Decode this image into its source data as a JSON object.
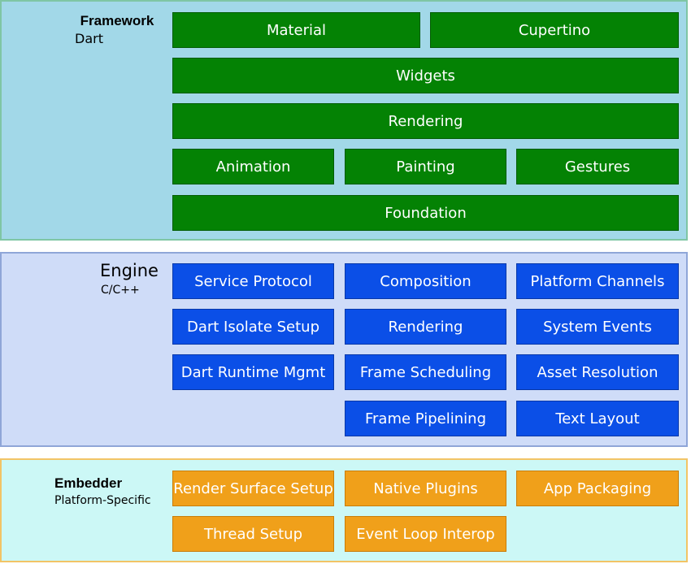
{
  "framework": {
    "title": "Framework",
    "subtitle": "Dart",
    "boxes": [
      "Material",
      "Cupertino",
      "Widgets",
      "Rendering",
      "Animation",
      "Painting",
      "Gestures",
      "Foundation"
    ]
  },
  "engine": {
    "title": "Engine",
    "subtitle": "C/C++",
    "boxes": [
      "Service Protocol",
      "Composition",
      "Platform Channels",
      "Dart Isolate Setup",
      "Rendering",
      "System Events",
      "Dart Runtime Mgmt",
      "Frame Scheduling",
      "Asset Resolution",
      "Frame Pipelining",
      "Text Layout"
    ]
  },
  "embedder": {
    "title": "Embedder",
    "subtitle": "Platform-Specific",
    "boxes": [
      "Render Surface Setup",
      "Native Plugins",
      "App Packaging",
      "Thread Setup",
      "Event Loop Interop"
    ]
  },
  "colors": {
    "framework_bg": "#a2d8e8",
    "framework_box": "#048204",
    "engine_bg": "#cfdcf8",
    "engine_box": "#0b4fe7",
    "embedder_bg": "#ccf8f6",
    "embedder_box": "#f0a01a"
  }
}
